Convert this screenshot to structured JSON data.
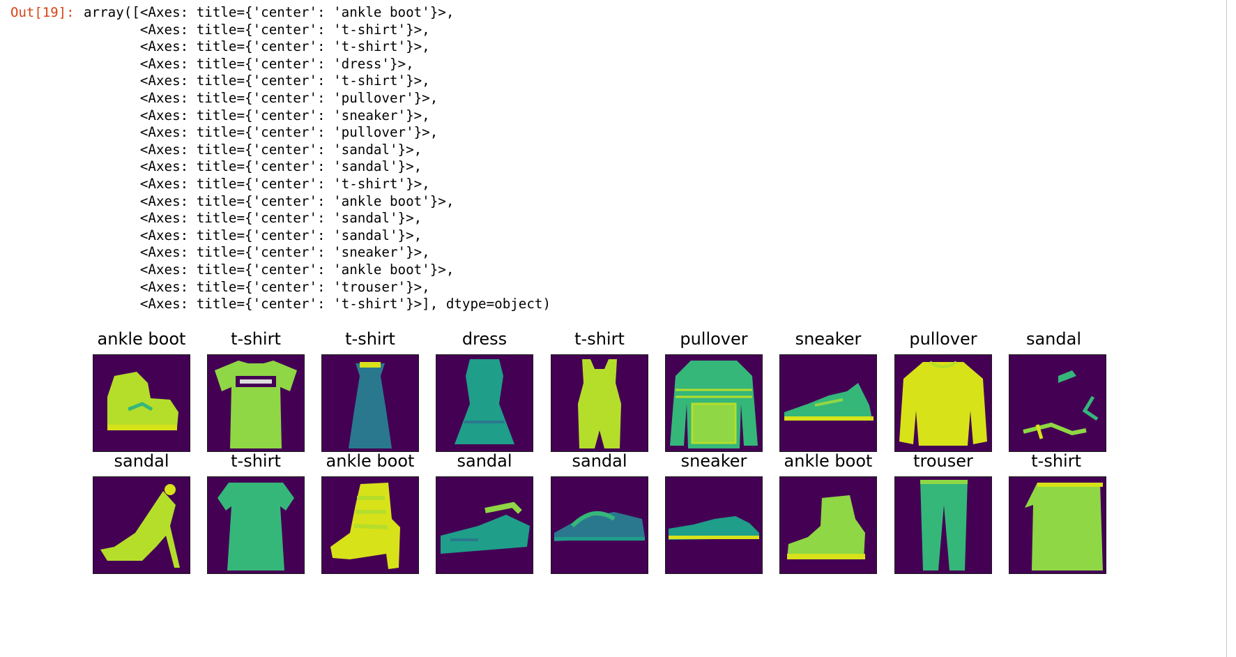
{
  "output": {
    "prompt": "Out[19]:",
    "lines": [
      "array([<Axes: title={'center': 'ankle boot'}>,",
      "       <Axes: title={'center': 't-shirt'}>,",
      "       <Axes: title={'center': 't-shirt'}>,",
      "       <Axes: title={'center': 'dress'}>,",
      "       <Axes: title={'center': 't-shirt'}>,",
      "       <Axes: title={'center': 'pullover'}>,",
      "       <Axes: title={'center': 'sneaker'}>,",
      "       <Axes: title={'center': 'pullover'}>,",
      "       <Axes: title={'center': 'sandal'}>,",
      "       <Axes: title={'center': 'sandal'}>,",
      "       <Axes: title={'center': 't-shirt'}>,",
      "       <Axes: title={'center': 'ankle boot'}>,",
      "       <Axes: title={'center': 'sandal'}>,",
      "       <Axes: title={'center': 'sandal'}>,",
      "       <Axes: title={'center': 'sneaker'}>,",
      "       <Axes: title={'center': 'ankle boot'}>,",
      "       <Axes: title={'center': 'trouser'}>,",
      "       <Axes: title={'center': 't-shirt'}>], dtype=object)"
    ]
  },
  "figure": {
    "rows": [
      [
        "ankle boot",
        "t-shirt",
        "t-shirt",
        "dress",
        "t-shirt",
        "pullover",
        "sneaker",
        "pullover",
        "sandal"
      ],
      [
        "sandal",
        "t-shirt",
        "ankle boot",
        "sandal",
        "sandal",
        "sneaker",
        "ankle boot",
        "trouser",
        "t-shirt"
      ]
    ],
    "colormap": "viridis",
    "background_color": "#440154"
  }
}
